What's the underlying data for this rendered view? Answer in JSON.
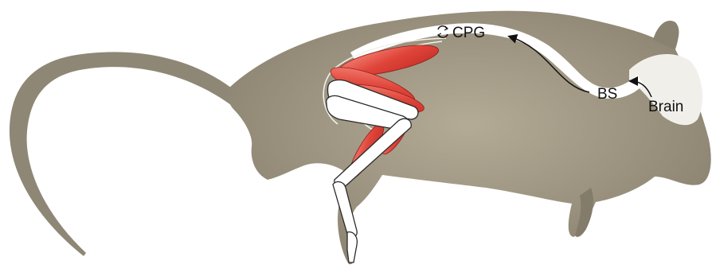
{
  "diagram": {
    "labels": {
      "cpg": "CPG",
      "bs": "BS",
      "brain": "Brain"
    },
    "colors": {
      "body": "#8f8776",
      "body_highlight": "#aca48f",
      "neural_pathway": "#ffffff",
      "muscle": "#d93a32",
      "muscle_light": "#f27d70",
      "bone": "#ffffff",
      "outline": "#2a2a2a",
      "arrow": "#111111"
    },
    "icons": {
      "cpg_marker": "circular-arrows-icon"
    }
  }
}
